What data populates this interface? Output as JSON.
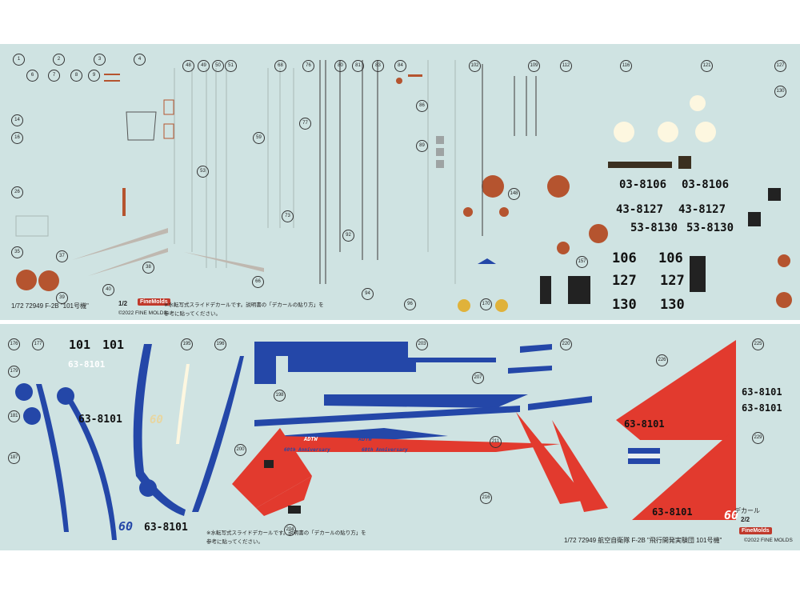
{
  "sheet1": {
    "serials_a": [
      "03-8106",
      "43-8127",
      "53-8130"
    ],
    "serials_b": [
      "03-8106",
      "43-8127",
      "53-8130"
    ],
    "tail_a": [
      "106",
      "127",
      "130"
    ],
    "tail_b": [
      "106",
      "127",
      "130"
    ],
    "footer_title": "1/72 72949 F-2B \"101号機\"",
    "sheet_no": "1/2",
    "brand": "FineMolds",
    "note_line1": "※水転写式スライドデカールです。説明書の「デカールの貼り方」を",
    "note_line2": "参考に貼ってください。",
    "copyright": "©2022 FINE MOLDS"
  },
  "sheet2": {
    "tail_numbers": [
      "101",
      "101"
    ],
    "serial_white": "63-8101",
    "serial_black": "63-8101",
    "serial_wing": "63-8101",
    "serial_fin_a": "63-8101",
    "serial_fin_b": "63-8101",
    "serial_bottom": "63-8101",
    "adtw": "ADTW",
    "anniv_text": "60th Anniversary",
    "sixty": "60",
    "note_line1": "※水転写式スライドデカールです。説明書の「デカールの貼り方」を",
    "note_line2": "参考に貼ってください。",
    "footer_title": "1/72 72949 航空自衛隊 F-2B \"飛行開発実験団 101号機\"",
    "copyright": "©2022 FINE MOLDS",
    "sheet_label": "デカール",
    "sheet_no": "2/2",
    "brand": "FineMolds"
  },
  "colors": {
    "background": "#cfe3e2",
    "roundel": "#b5542f",
    "red": "#e23a2e",
    "blue": "#2447a8"
  }
}
